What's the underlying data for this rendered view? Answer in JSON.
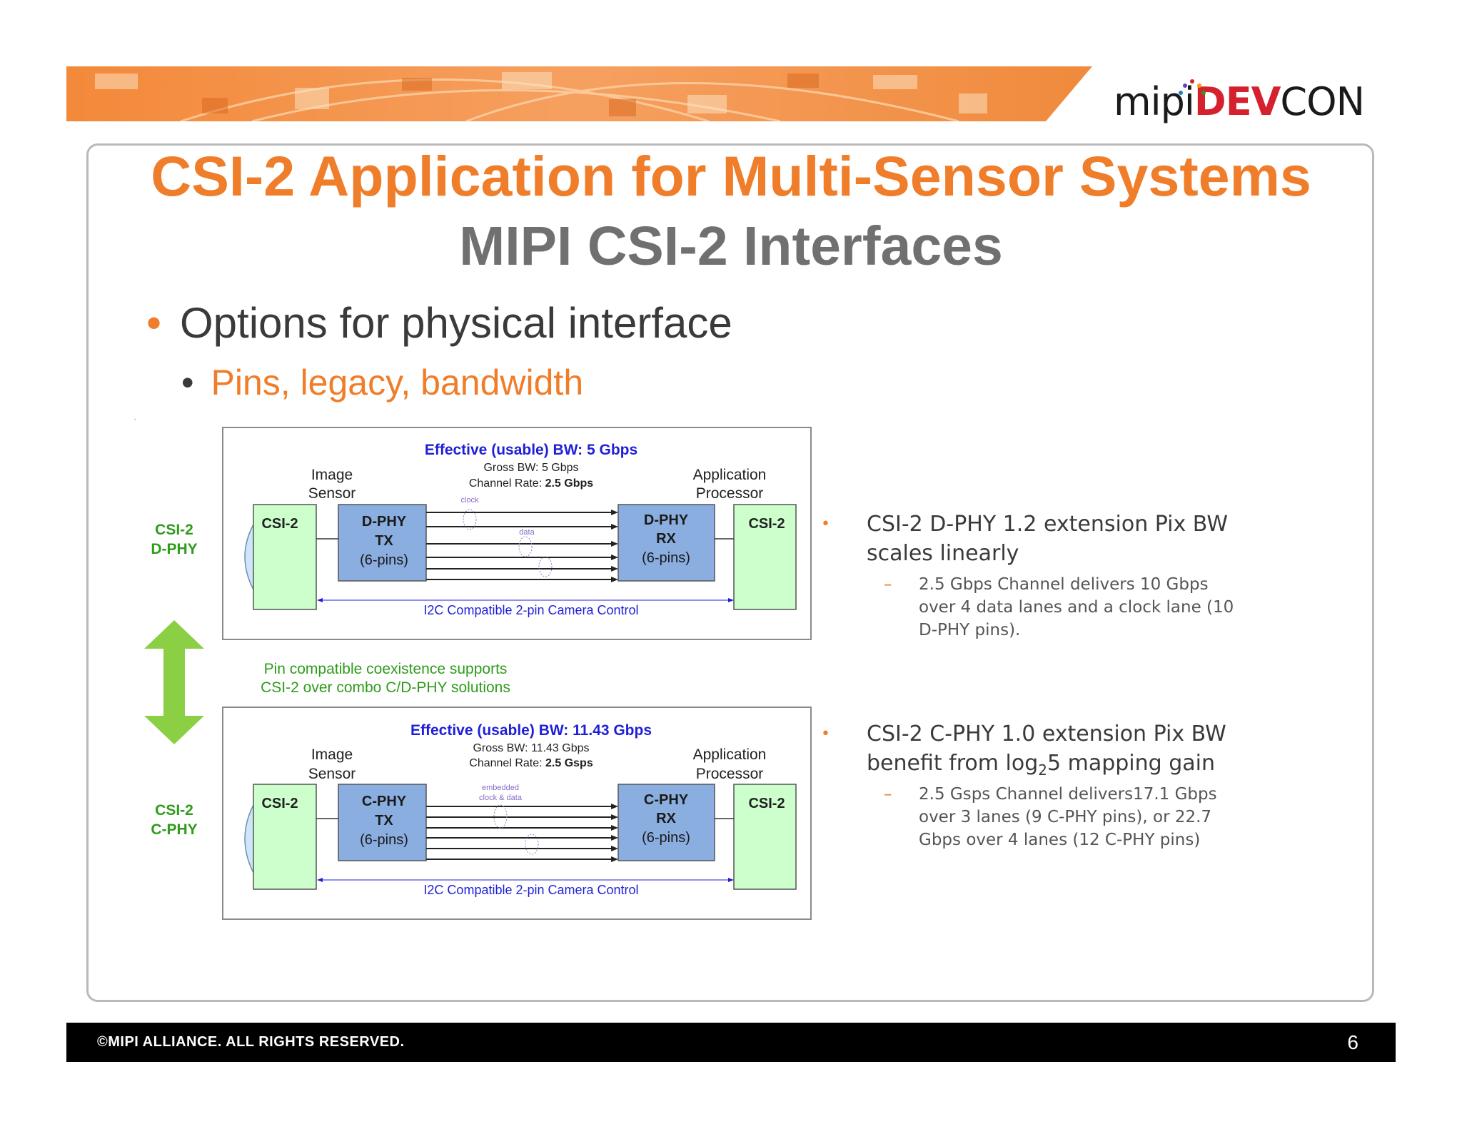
{
  "logo": {
    "mipi": "mipi",
    "dev": "DEV",
    "con": "CON"
  },
  "title": "CSI-2 Application for Multi-Sensor Systems",
  "subtitle": "MIPI CSI-2 Interfaces",
  "bullets": {
    "level1": "Options for physical interface",
    "level2": "Pins, legacy, bandwidth"
  },
  "diagram": {
    "dphy": {
      "side_label_1": "CSI-2",
      "side_label_2": "D-PHY",
      "effective_bw": "Effective (usable) BW: 5 Gbps",
      "gross_bw": "Gross BW: 5 Gbps",
      "channel_rate_label": "Channel Rate: ",
      "channel_rate_value": "2.5 Gbps",
      "sensor_1": "Image",
      "sensor_2": "Sensor",
      "processor_1": "Application",
      "processor_2": "Processor",
      "csi_left": "CSI-2",
      "csi_right": "CSI-2",
      "tx_1": "D-PHY",
      "tx_2": "TX",
      "tx_3": "(6-pins)",
      "rx_1": "D-PHY",
      "rx_2": "RX",
      "rx_3": "(6-pins)",
      "wire_label_1": "clock",
      "wire_label_2": "data",
      "control": "I2C Compatible 2-pin Camera Control"
    },
    "coexistence_1": "Pin compatible coexistence supports",
    "coexistence_2": "CSI-2 over combo C/D-PHY solutions",
    "cphy": {
      "side_label_1": "CSI-2",
      "side_label_2": "C-PHY",
      "effective_bw": "Effective (usable) BW: 11.43 Gbps",
      "gross_bw": "Gross BW: 11.43 Gbps",
      "channel_rate_label": "Channel Rate: ",
      "channel_rate_value": "2.5 Gsps",
      "sensor_1": "Image",
      "sensor_2": "Sensor",
      "processor_1": "Application",
      "processor_2": "Processor",
      "csi_left": "CSI-2",
      "csi_right": "CSI-2",
      "tx_1": "C-PHY",
      "tx_2": "TX",
      "tx_3": "(6-pins)",
      "rx_1": "C-PHY",
      "rx_2": "RX",
      "rx_3": "(6-pins)",
      "wire_label_1": "embedded",
      "wire_label_2": "clock & data",
      "control": "I2C Compatible 2-pin Camera Control"
    }
  },
  "notes": {
    "dphy_head_1": "CSI-2 D-PHY 1.2 extension Pix BW",
    "dphy_head_2": "scales linearly",
    "dphy_sub_1": "2.5 Gbps Channel delivers 10 Gbps",
    "dphy_sub_2": "over 4 data lanes and a clock lane (10",
    "dphy_sub_3": "D-PHY pins).",
    "cphy_head_1": "CSI-2 C-PHY 1.0 extension Pix BW",
    "cphy_head_2a": "benefit from log",
    "cphy_head_2sub": "2",
    "cphy_head_2b": "5 mapping gain",
    "cphy_sub_1": "2.5 Gsps Channel delivers17.1 Gbps",
    "cphy_sub_2": "over 3 lanes (9 C-PHY pins), or 22.7",
    "cphy_sub_3": "Gbps over 4 lanes (12 C-PHY pins)",
    "bullet": "•",
    "dash": "–"
  },
  "footer": {
    "copyright": "©MIPI ALLIANCE. ALL RIGHTS RESERVED.",
    "page_number": "6"
  },
  "colors": {
    "orange": "#ef7d2a",
    "gray_title": "#707070",
    "green": "#2e9b1a",
    "blue": "#1f1fd8",
    "box_blue": "#8aaee0",
    "box_green": "#ccffcc"
  }
}
